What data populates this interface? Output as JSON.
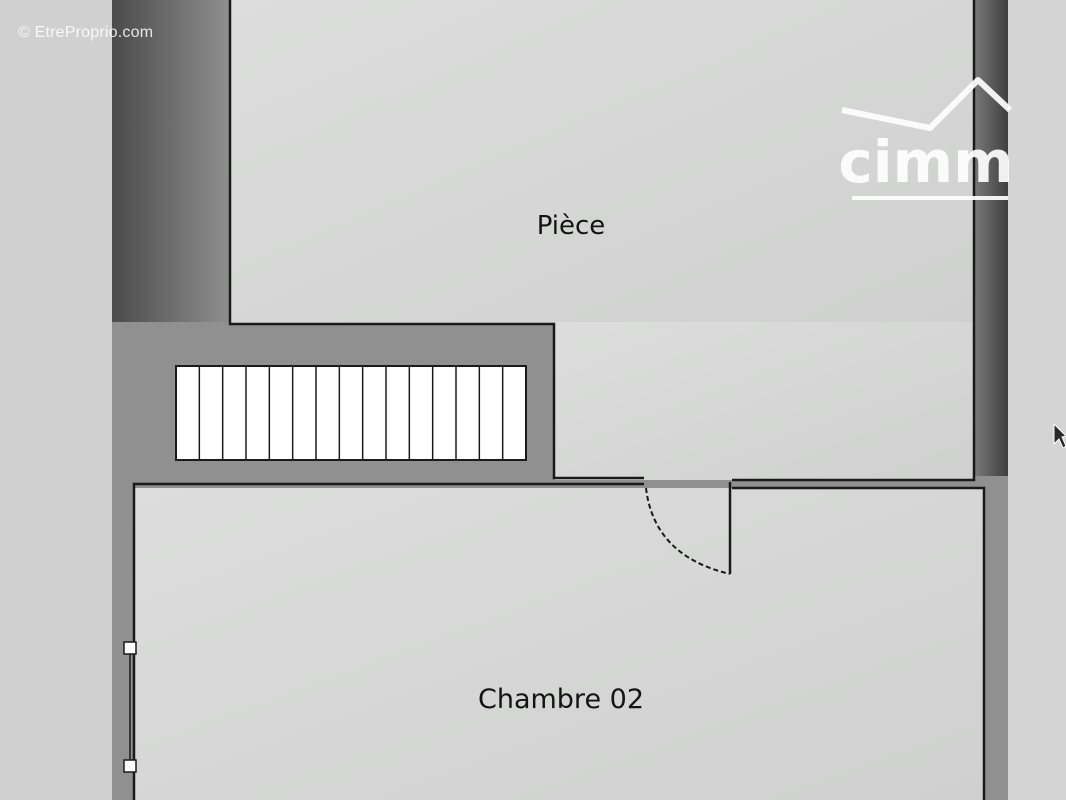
{
  "watermark": {
    "source_text": "© EtreProprio.com",
    "logo_text": "cimm"
  },
  "rooms": {
    "upper": {
      "label": "Pièce"
    },
    "lower": {
      "label": "Chambre 02"
    }
  },
  "staircase": {
    "step_count": 15
  },
  "icons": {
    "pointer": "mouse-cursor-icon",
    "logo": "cimm-logo-icon"
  },
  "colors": {
    "wall": "#8f908f",
    "wall_dark": "#595959",
    "floor": "#d6d7d6",
    "line": "#1a1a1a",
    "screen_margin": "#cfd0cf",
    "logo": "#ffffff"
  }
}
